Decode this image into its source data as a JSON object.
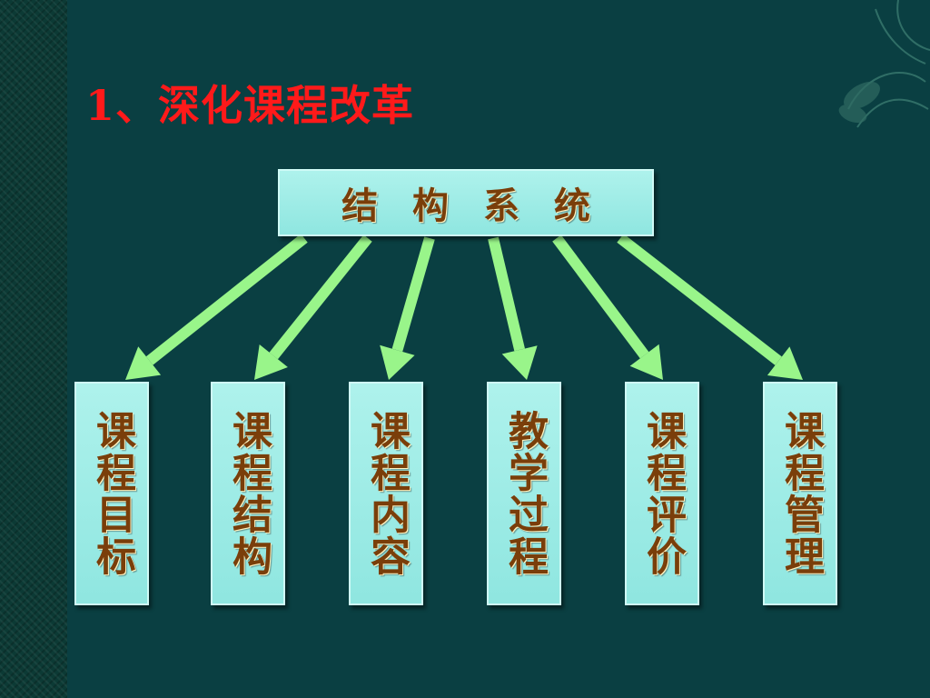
{
  "slide": {
    "title": "1、深化课程改革"
  },
  "diagram": {
    "root": "结 构 系 统",
    "children": [
      "课程目标",
      "课程结构",
      "课程内容",
      "教学过程",
      "课程评价",
      "课程管理"
    ]
  },
  "colors": {
    "background": "#0a3f42",
    "title": "#ff1a1a",
    "box_fill": "#9eeee8",
    "box_text": "#7a3e0a",
    "arrow": "#99f58a"
  }
}
